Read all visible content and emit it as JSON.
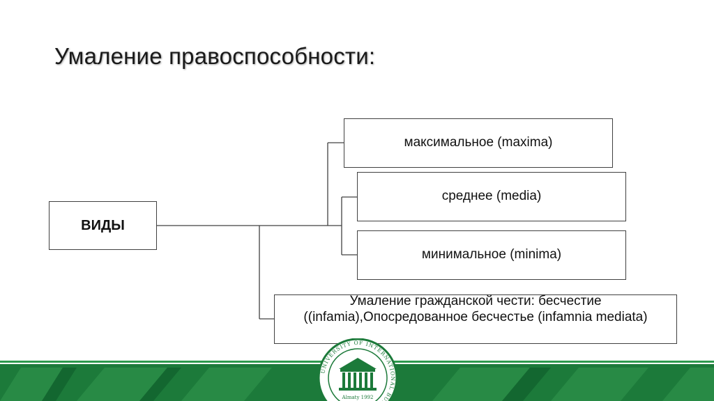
{
  "slide": {
    "title": "Умаление правоспособности:"
  },
  "diagram": {
    "root": {
      "label": "ВИДЫ"
    },
    "branches": [
      {
        "label": "максимальное (maxima)"
      },
      {
        "label": "среднее (media)"
      },
      {
        "label": "минимальное (minima)"
      },
      {
        "label": "Умаление гражданской чести: бесчестие ((infamia),Опосредованное бесчестье (infamnia mediata)"
      }
    ]
  },
  "footer": {
    "seal": {
      "year_text": "Almaty 1992",
      "ring_text": "UNIVERSITY OF INTERNATIONAL BUSINESS"
    }
  },
  "colors": {
    "footer_green": "#1c7a3a",
    "footer_green_dark": "#0f5c2a",
    "box_border": "#404040"
  }
}
